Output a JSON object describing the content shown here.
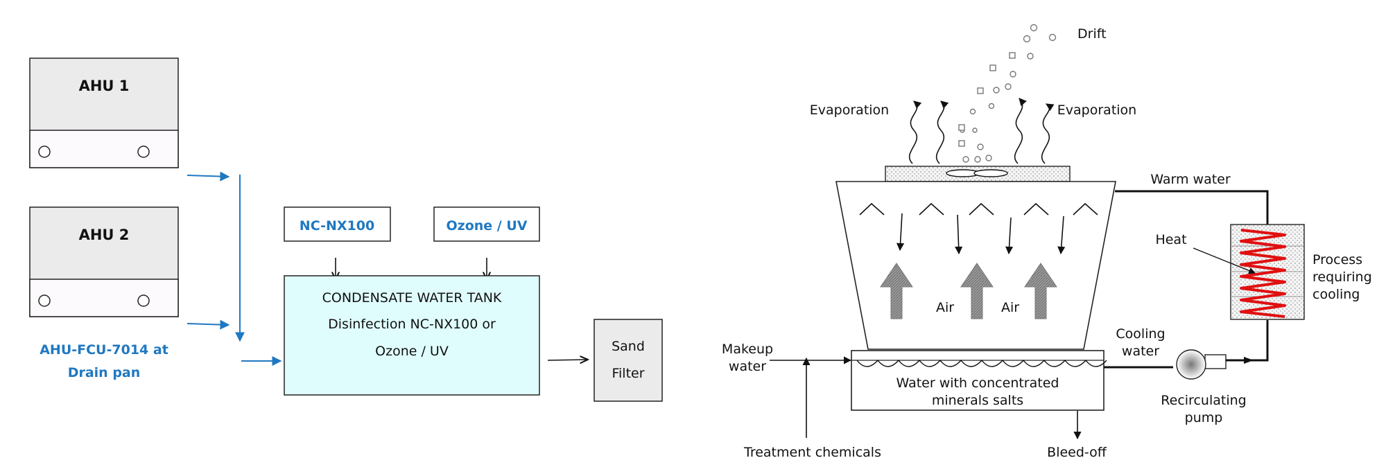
{
  "left": {
    "ahu1": "AHU 1",
    "ahu2": "AHU 2",
    "source_line1": "AHU-FCU-7014 at",
    "source_line2": "Drain pan",
    "nc_box": "NC-NX100",
    "ozone_box": "Ozone / UV",
    "tank_line1": "CONDENSATE WATER TANK",
    "tank_line2": "Disinfection NC-NX100  or",
    "tank_line3": "Ozone / UV",
    "filter_line1": "Sand",
    "filter_line2": "Filter"
  },
  "right": {
    "drift": "Drift",
    "evap_left": "Evaporation",
    "evap_right": "Evaporation",
    "warm_water": "Warm water",
    "heat": "Heat",
    "process_line1": "Process",
    "process_line2": "requiring",
    "process_line3": "cooling",
    "air1": "Air",
    "air2": "Air",
    "makeup_line1": "Makeup",
    "makeup_line2": "water",
    "cooling_line1": "Cooling",
    "cooling_line2": "water",
    "basin_line1": "Water with concentrated",
    "basin_line2": "minerals salts",
    "pump_line1": "Recirculating",
    "pump_line2": "pump",
    "treatment": "Treatment chemicals",
    "bleed": "Bleed-off"
  },
  "colors": {
    "flow_blue": "#1f78c1",
    "ahu_fill": "#ebebeb",
    "tank_fill": "#e0fdfd",
    "coil_red": "#e01010",
    "air_arrow": "#8c8c8c"
  }
}
